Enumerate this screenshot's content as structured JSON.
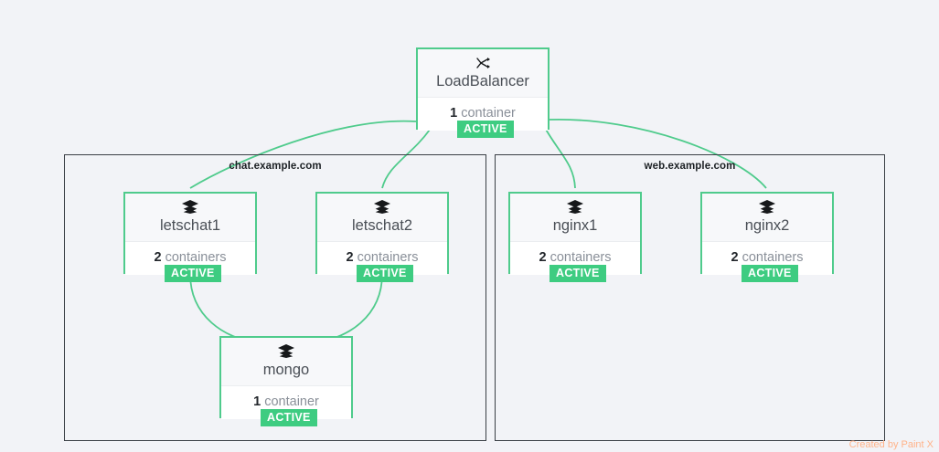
{
  "canvas": {
    "background_color": "#f2f3f7",
    "edge_color": "#4fcb8c",
    "node_border_color": "#4fcb8c",
    "badge_color": "#3ecc81",
    "group_border_color": "#3a3f45"
  },
  "root": {
    "name": "LoadBalancer",
    "icon": "network-shuffle-icon",
    "count_value": "1",
    "count_unit": "container",
    "status": "ACTIVE"
  },
  "groups": [
    {
      "label": "chat.example.com"
    },
    {
      "label": "web.example.com"
    }
  ],
  "nodes": [
    {
      "name": "letschat1",
      "icon": "layers-icon",
      "count_value": "2",
      "count_unit": "containers",
      "status": "ACTIVE"
    },
    {
      "name": "letschat2",
      "icon": "layers-icon",
      "count_value": "2",
      "count_unit": "containers",
      "status": "ACTIVE"
    },
    {
      "name": "nginx1",
      "icon": "layers-icon",
      "count_value": "2",
      "count_unit": "containers",
      "status": "ACTIVE"
    },
    {
      "name": "nginx2",
      "icon": "layers-icon",
      "count_value": "2",
      "count_unit": "containers",
      "status": "ACTIVE"
    },
    {
      "name": "mongo",
      "icon": "layers-icon",
      "count_value": "1",
      "count_unit": "container",
      "status": "ACTIVE"
    }
  ],
  "watermark": {
    "text": "Created by Paint X"
  }
}
